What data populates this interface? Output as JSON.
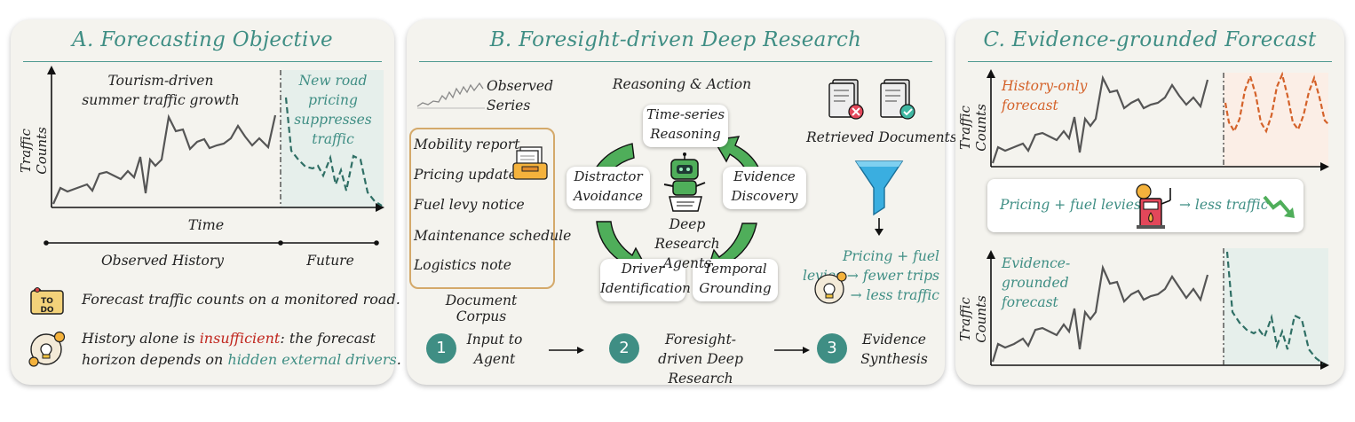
{
  "panelA": {
    "title": "A. Forecasting Objective",
    "note_observed": "Tourism-driven summer traffic growth",
    "note_future": "New road pricing suppresses traffic",
    "y_axis": "Traffic Counts",
    "x_axis": "Time",
    "label_history": "Observed History",
    "label_future": "Future",
    "task_icon_text": "TO DO",
    "task_text": "Forecast traffic counts on a monitored road.",
    "insight_part1": "History alone is ",
    "insight_emph": "insufficient",
    "insight_part2": ": the forecast",
    "insight_part3": "horizon depends on ",
    "insight_link": "hidden external drivers",
    "insight_end": "."
  },
  "panelB": {
    "title": "B. Foresight-driven Deep Research",
    "observed_series": "Observed Series",
    "corpus_items": [
      "Mobility report",
      "Pricing update",
      "Fuel levy notice",
      "Maintenance schedule",
      "Logistics note"
    ],
    "corpus_label": "Document Corpus",
    "reasoning_title": "Reasoning & Action",
    "cards": {
      "time_series": "Time-series Reasoning",
      "distractor": "Distractor Avoidance",
      "evidence": "Evidence Discovery",
      "driver": "Driver Identification",
      "temporal": "Temporal Grounding"
    },
    "agents_label": "Deep Research Agents",
    "retrieved": "Retrieved Documents",
    "synthesis_text": "Pricing + fuel levies → fewer trips → less traffic",
    "steps": [
      {
        "num": "1",
        "label": "Input to Agent"
      },
      {
        "num": "2",
        "label": "Foresight-driven Deep Research"
      },
      {
        "num": "3",
        "label": "Evidence Synthesis"
      }
    ]
  },
  "panelC": {
    "title": "C. Evidence-grounded Forecast",
    "top_label": "History-only forecast",
    "y_axis": "Traffic Counts",
    "middle_left": "Pricing + fuel levies",
    "middle_right": "→ less traffic",
    "bottom_label": "Evidence-grounded forecast"
  },
  "colors": {
    "teal": "#3f8e84",
    "orange": "#d4622a",
    "red": "#c0261e",
    "panel_bg": "#f4f3ee",
    "future_shade_teal": "#e6efeb",
    "future_shade_orange": "#fbeee6",
    "green_arrow": "#4fae5a"
  },
  "icons": [
    "todo-note-icon",
    "lightbulb-coins-icon",
    "inbox-documents-icon",
    "robot-agent-icon",
    "document-reject-icon",
    "document-accept-icon",
    "funnel-icon",
    "gas-pump-icon",
    "trend-down-icon"
  ]
}
